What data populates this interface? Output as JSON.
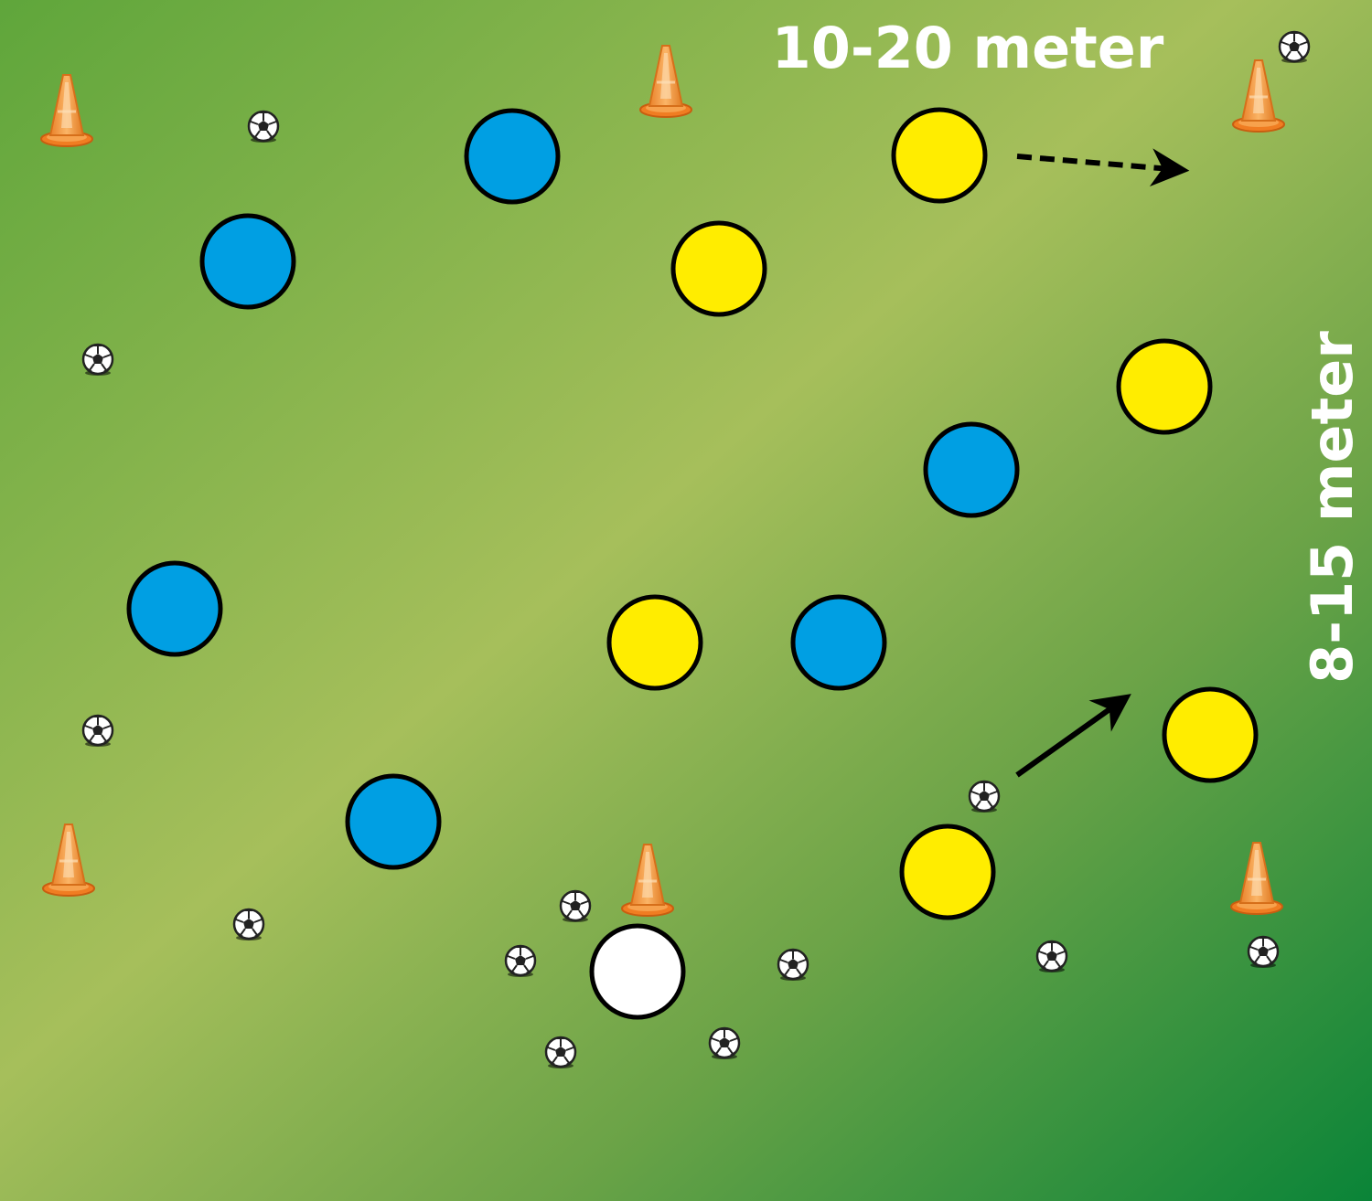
{
  "labels": {
    "width": "10-20 meter",
    "length": "8-15 meter"
  },
  "colors": {
    "field_light": "#a8c05a",
    "field_dark": "#0e8a3a",
    "field_left": "#5aa63c",
    "team_blue": "#009fe3",
    "team_yellow": "#ffed00",
    "neutral_white": "#ffffff",
    "cone_orange": "#f39a3c",
    "outline": "#000000",
    "label": "#ffffff"
  },
  "legend_icons": [
    "cone-icon",
    "soccer-ball-icon",
    "player-marker",
    "arrow-icon"
  ]
}
